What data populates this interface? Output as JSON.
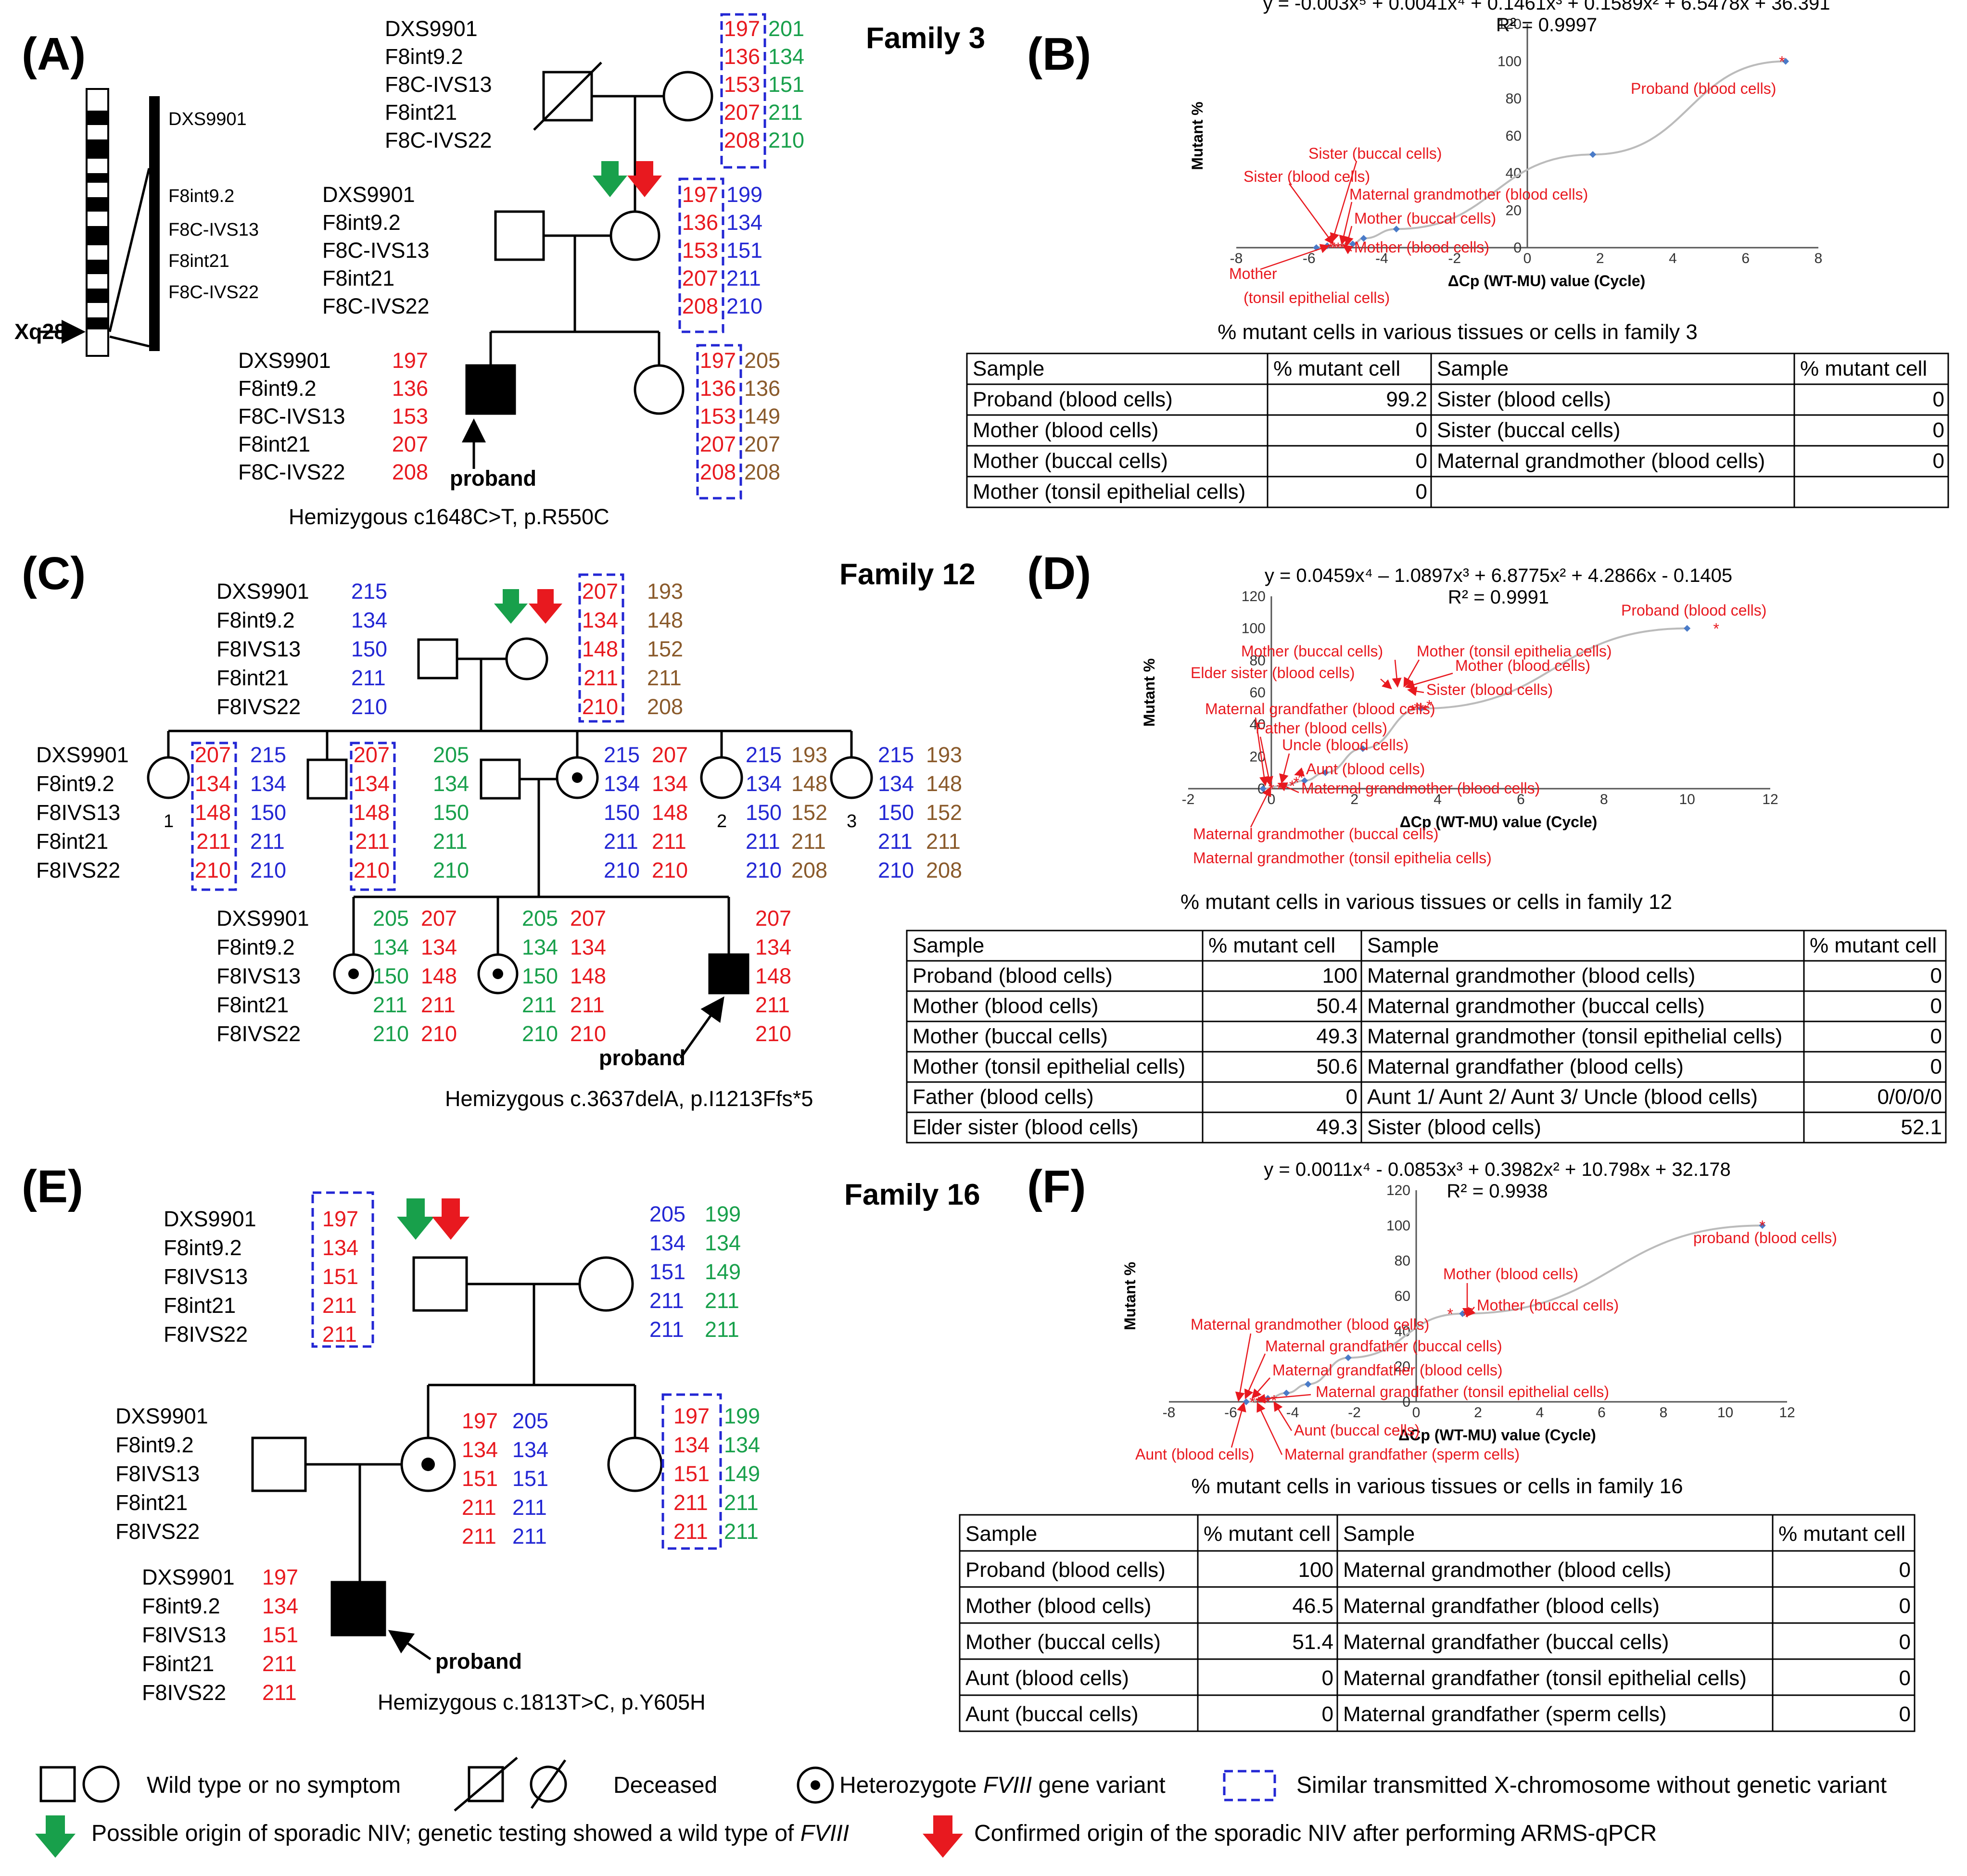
{
  "panels": {
    "A": "(A)",
    "B": "(B)",
    "C": "(C)",
    "D": "(D)",
    "E": "(E)",
    "F": "(F)"
  },
  "families": {
    "f3": "Family 3",
    "f12": "Family 12",
    "f16": "Family 16"
  },
  "markers_a": [
    "DXS9901",
    "F8int9.2",
    "F8C-IVS13",
    "F8int21",
    "F8C-IVS22"
  ],
  "markers_c": [
    "DXS9901",
    "F8int9.2",
    "F8IVS13",
    "F8int21",
    "F8IVS22"
  ],
  "chrom": {
    "xq28": "Xq28",
    "m1": "DXS9901",
    "m2": "F8int9.2",
    "m3": "F8C-IVS13",
    "m4": "F8int21",
    "m5": "F8C-IVS22"
  },
  "f3": {
    "gf_r": [
      "197",
      "136",
      "153",
      "207",
      "208"
    ],
    "gf_g": [
      "201",
      "134",
      "151",
      "211",
      "210"
    ],
    "m_r": [
      "197",
      "136",
      "153",
      "207",
      "208"
    ],
    "m_b": [
      "199",
      "134",
      "151",
      "211",
      "210"
    ],
    "p_r": [
      "197",
      "136",
      "153",
      "207",
      "208"
    ],
    "s_r": [
      "197",
      "136",
      "153",
      "207",
      "208"
    ],
    "s_br": [
      "205",
      "136",
      "149",
      "207",
      "208"
    ],
    "proband": "proband",
    "mutation": "Hemizygous c1648C>T, p.R550C"
  },
  "f12": {
    "gf_b": [
      "215",
      "134",
      "150",
      "211",
      "210"
    ],
    "gm_r": [
      "207",
      "134",
      "148",
      "211",
      "210"
    ],
    "gm_br": [
      "193",
      "148",
      "152",
      "211",
      "208"
    ],
    "a1_r": [
      "207",
      "134",
      "148",
      "211",
      "210"
    ],
    "a1_b": [
      "215",
      "134",
      "150",
      "211",
      "210"
    ],
    "u_r": [
      "207",
      "134",
      "148",
      "211",
      "210"
    ],
    "f_g": [
      "205",
      "134",
      "150",
      "211",
      "210"
    ],
    "m_b": [
      "215",
      "134",
      "150",
      "211",
      "210"
    ],
    "m_r": [
      "207",
      "134",
      "148",
      "211",
      "210"
    ],
    "a2_b": [
      "215",
      "134",
      "150",
      "211",
      "210"
    ],
    "a2_br": [
      "193",
      "148",
      "152",
      "211",
      "208"
    ],
    "a3_b": [
      "215",
      "134",
      "150",
      "211",
      "210"
    ],
    "a3_br": [
      "193",
      "148",
      "152",
      "211",
      "208"
    ],
    "s_g": [
      "205",
      "134",
      "150",
      "211",
      "210"
    ],
    "s_r": [
      "207",
      "134",
      "148",
      "211",
      "210"
    ],
    "p_r": [
      "207",
      "134",
      "148",
      "211",
      "210"
    ],
    "n1": "1",
    "n2": "2",
    "n3": "3",
    "proband": "proband",
    "mutation": "Hemizygous c.3637delA, p.I1213Ffs*5"
  },
  "f16": {
    "gf_r": [
      "197",
      "134",
      "151",
      "211",
      "211"
    ],
    "gm_b": [
      "205",
      "134",
      "151",
      "211",
      "211"
    ],
    "gm_g": [
      "199",
      "134",
      "149",
      "211",
      "211"
    ],
    "m_r": [
      "197",
      "134",
      "151",
      "211",
      "211"
    ],
    "m_b": [
      "205",
      "134",
      "151",
      "211",
      "211"
    ],
    "a_r": [
      "197",
      "134",
      "151",
      "211",
      "211"
    ],
    "a_g": [
      "199",
      "134",
      "149",
      "211",
      "211"
    ],
    "p_r": [
      "197",
      "134",
      "151",
      "211",
      "211"
    ],
    "proband": "proband",
    "mutation": "Hemizygous c.1813T>C, p.Y605H"
  },
  "chart_data": [
    {
      "type": "scatter",
      "equation": "y = -0.003x⁵ + 0.0041x⁴ + 0.1461x³ + 0.1589x² + 6.5478x + 36.391",
      "r2": "R² = 0.9997",
      "xlabel": "ΔCp (WT-MU) value (Cycle)",
      "ylabel": "Mutant %",
      "xlim": [
        -8,
        8
      ],
      "ylim": [
        0,
        120
      ],
      "xticks": [
        "-8",
        "-6",
        "-4",
        "-2",
        "0",
        "2",
        "4",
        "6",
        "8"
      ],
      "yticks": [
        "0",
        "20",
        "40",
        "60",
        "80",
        "100",
        "120"
      ],
      "standards": [
        [
          -5.8,
          0
        ],
        [
          -5.5,
          1
        ],
        [
          -4.8,
          2
        ],
        [
          -4.5,
          5
        ],
        [
          -3.6,
          10
        ],
        [
          1.8,
          50
        ],
        [
          7.1,
          100
        ]
      ],
      "samples": [
        [
          7,
          100
        ],
        [
          -5.3,
          0
        ],
        [
          -5.1,
          0
        ],
        [
          -5.2,
          0
        ],
        [
          -5.4,
          0
        ],
        [
          -5,
          0
        ]
      ],
      "labels": [
        "Proband (blood cells)",
        "Sister (buccal cells)",
        "Sister (blood cells)",
        "Maternal grandmother (blood cells)",
        "Mother (buccal cells)",
        "Mother (blood cells)",
        "Mother",
        "(tonsil epithelial cells)"
      ]
    },
    {
      "type": "scatter",
      "equation": "y = 0.0459x⁴ – 1.0897x³ + 6.8775x² + 4.2866x - 0.1405",
      "r2": "R² = 0.9991",
      "xlabel": "ΔCp (WT-MU) value (Cycle)",
      "ylabel": "Mutant %",
      "xlim": [
        -2,
        12
      ],
      "ylim": [
        0,
        120
      ],
      "xticks": [
        "-2",
        "0",
        "2",
        "4",
        "6",
        "8",
        "10",
        "12"
      ],
      "yticks": [
        "0",
        "20",
        "40",
        "60",
        "80",
        "100",
        "120"
      ],
      "standards": [
        [
          -0.2,
          0
        ],
        [
          0.3,
          2
        ],
        [
          0.8,
          5
        ],
        [
          1.3,
          10
        ],
        [
          2.2,
          25
        ],
        [
          3.6,
          50
        ],
        [
          10,
          100
        ]
      ],
      "samples": [
        [
          10.7,
          100
        ],
        [
          3.6,
          50
        ],
        [
          3.7,
          49
        ],
        [
          3.5,
          50.5
        ],
        [
          3.8,
          52
        ],
        [
          3.4,
          49
        ],
        [
          0,
          0
        ],
        [
          0.2,
          0
        ],
        [
          0.5,
          2
        ],
        [
          0.7,
          7
        ],
        [
          0.6,
          4
        ]
      ],
      "labels": [
        "Proband (blood cells)",
        "Mother (buccal cells)",
        "Mother (tonsil epithelia cells)",
        "Elder sister (blood cells)",
        "Mother (blood cells)",
        "Sister (blood cells)",
        "Maternal grandfather (blood cells)",
        "Father (blood cells)",
        "Uncle (blood cells)",
        "Aunt (blood cells)",
        "Maternal grandmother (blood cells)",
        "Maternal grandmother (buccal cells)",
        "Maternal grandmother (tonsil epithelia cells)"
      ]
    },
    {
      "type": "scatter",
      "equation": "y = 0.0011x⁴ - 0.0853x³ + 0.3982x² + 10.798x + 32.178",
      "r2": "R² = 0.9938",
      "xlabel": "ΔCp (WT-MU) value (Cycle)",
      "ylabel": "Mutant %",
      "xlim": [
        -8,
        12
      ],
      "ylim": [
        0,
        120
      ],
      "xticks": [
        "-8",
        "-6",
        "-4",
        "-2",
        "0",
        "2",
        "4",
        "6",
        "8",
        "10",
        "12"
      ],
      "yticks": [
        "0",
        "20",
        "40",
        "60",
        "80",
        "100",
        "120"
      ],
      "standards": [
        [
          -5.5,
          0
        ],
        [
          -4.8,
          2
        ],
        [
          -4.2,
          5
        ],
        [
          -3.5,
          10
        ],
        [
          -2.2,
          25
        ],
        [
          1.5,
          50
        ],
        [
          11.2,
          100
        ]
      ],
      "samples": [
        [
          11.2,
          100
        ],
        [
          1.1,
          50
        ],
        [
          1.6,
          49
        ],
        [
          -5.3,
          0
        ],
        [
          -5,
          0
        ],
        [
          -4.8,
          0
        ],
        [
          -5.1,
          0
        ],
        [
          -4.6,
          1
        ],
        [
          -4.9,
          0
        ]
      ],
      "labels": [
        "proband (blood cells)",
        "Mother (blood cells)",
        "Mother (buccal cells)",
        "Maternal grandmother (blood cells)",
        "Maternal grandfather (buccal cells)",
        "Maternal grandfather (blood cells)",
        "Maternal grandfather (tonsil epithelial cells)",
        "Aunt (buccal cells)",
        "Aunt (blood cells)",
        "Maternal grandfather (sperm cells)"
      ]
    }
  ],
  "tables": {
    "b": {
      "title": "% mutant cells in various tissues or cells in family 3",
      "headers": [
        "Sample",
        "% mutant cell",
        "Sample",
        "% mutant cell"
      ],
      "rows": [
        [
          "Proband (blood cells)",
          "99.2",
          "Sister (blood cells)",
          "0"
        ],
        [
          "Mother (blood cells)",
          "0",
          "Sister (buccal cells)",
          "0"
        ],
        [
          "Mother (buccal cells)",
          "0",
          "Maternal grandmother  (blood cells)",
          "0"
        ],
        [
          "Mother (tonsil epithelial cells)",
          "0",
          "",
          ""
        ]
      ]
    },
    "d": {
      "title": "% mutant cells in various tissues or cells in family 12",
      "headers": [
        "Sample",
        "% mutant cell",
        "Sample",
        "% mutant cell"
      ],
      "rows": [
        [
          "Proband (blood cells)",
          "100",
          "Maternal grandmother (blood cells)",
          "0"
        ],
        [
          "Mother (blood cells)",
          "50.4",
          "Maternal grandmother (buccal cells)",
          "0"
        ],
        [
          "Mother (buccal cells)",
          "49.3",
          "Maternal grandmother (tonsil epithelial cells)",
          "0"
        ],
        [
          "Mother (tonsil epithelial cells)",
          "50.6",
          "Maternal grandfather (blood cells)",
          "0"
        ],
        [
          "Father (blood cells)",
          "0",
          "Aunt 1/ Aunt 2/ Aunt 3/ Uncle (blood cells)",
          "0/0/0/0"
        ],
        [
          "Elder sister (blood cells)",
          "49.3",
          "Sister (blood cells)",
          "52.1"
        ]
      ]
    },
    "f": {
      "title": "% mutant cells in various tissues or cells in family 16",
      "headers": [
        "Sample",
        "% mutant cell",
        "Sample",
        "% mutant cell"
      ],
      "rows": [
        [
          "Proband (blood cells)",
          "100",
          "Maternal grandmother (blood cells)",
          "0"
        ],
        [
          "Mother (blood cells)",
          "46.5",
          "Maternal grandfather (blood cells)",
          "0"
        ],
        [
          "Mother (buccal cells)",
          "51.4",
          "Maternal grandfather (buccal cells)",
          "0"
        ],
        [
          "Aunt (blood cells)",
          "0",
          "Maternal grandfather (tonsil epithelial cells)",
          "0"
        ],
        [
          "Aunt (buccal cells)",
          "0",
          "Maternal grandfather (sperm cells)",
          "0"
        ]
      ]
    }
  },
  "legend": {
    "wt": "Wild type or no symptom",
    "dec": "Deceased",
    "het_pre": "Heterozygote ",
    "het_it": "FVIII",
    "het_post": " gene variant",
    "similar": "Similar transmitted X-chromosome without genetic variant",
    "green_pre": "Possible origin of sporadic NIV; genetic testing showed a wild type of ",
    "green_it": "FVIII",
    "red": "Confirmed origin of the sporadic NIV after performing ARMS-qPCR"
  },
  "colors": {
    "red": "#e8191f",
    "blue": "#2327d4",
    "green": "#18a04b",
    "brown": "#8a5a2b"
  }
}
